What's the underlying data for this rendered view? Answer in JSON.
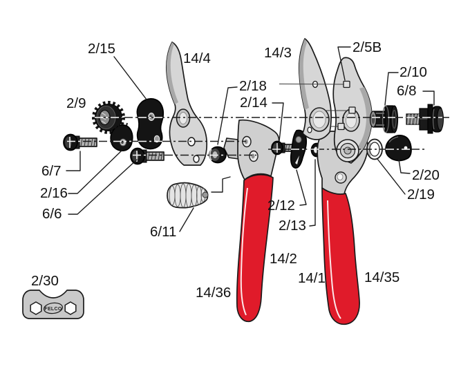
{
  "diagram": {
    "type": "exploded-parts-diagram",
    "product": "pruning shears",
    "brand_text": "FELCO",
    "colors": {
      "red": "#e01b2a",
      "grey": "#d6d6d6",
      "midgrey": "#a8a8a8",
      "lightgrey": "#ececec",
      "dark": "#141414",
      "outline": "#1a1a1a"
    },
    "labels": [
      {
        "text": "2/15"
      },
      {
        "text": "14/4"
      },
      {
        "text": "14/3"
      },
      {
        "text": "2/5B"
      },
      {
        "text": "2/10"
      },
      {
        "text": "6/8"
      },
      {
        "text": "2/9"
      },
      {
        "text": "2/18"
      },
      {
        "text": "2/14"
      },
      {
        "text": "6/7"
      },
      {
        "text": "2/16"
      },
      {
        "text": "6/6"
      },
      {
        "text": "6/11"
      },
      {
        "text": "2/12"
      },
      {
        "text": "2/13"
      },
      {
        "text": "2/20"
      },
      {
        "text": "2/19"
      },
      {
        "text": "14/2"
      },
      {
        "text": "14/1"
      },
      {
        "text": "14/36"
      },
      {
        "text": "14/35"
      },
      {
        "text": "2/30"
      }
    ]
  }
}
